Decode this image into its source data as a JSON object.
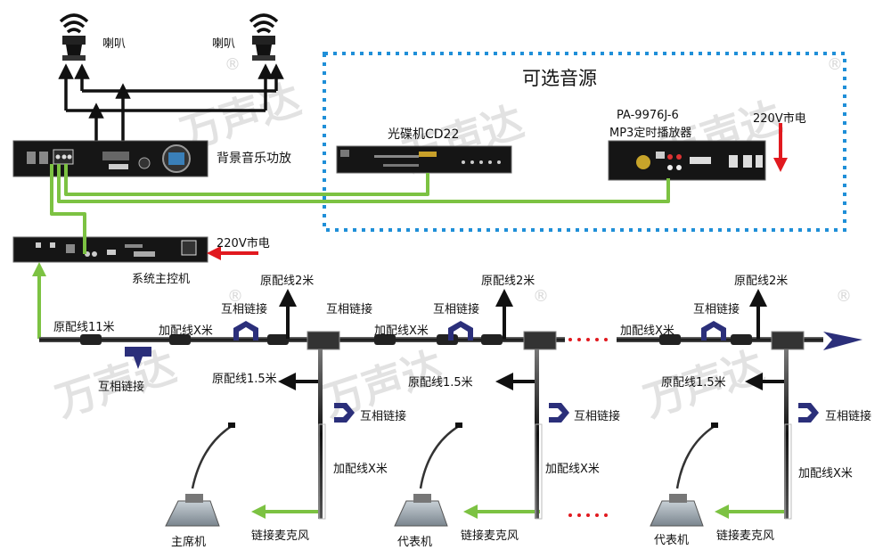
{
  "optional_box": {
    "title": "可选音源"
  },
  "speakers": {
    "left_label": "喇叭",
    "right_label": "喇叭"
  },
  "amplifier": {
    "label": "背景音乐功放"
  },
  "cd_player": {
    "label": "光碟机CD22"
  },
  "mp3_player": {
    "model": "PA-9976J-6",
    "label": "MP3定时播放器"
  },
  "mains": {
    "upper": "220V市电",
    "lower": "220V市电"
  },
  "main_controller": {
    "label": "系统主控机"
  },
  "cables": {
    "orig_11m": "原配线11米",
    "orig_2m": "原配线2米",
    "orig_1_5m": "原配线1.5米",
    "ext_xm": "加配线X米"
  },
  "links": {
    "interlink": "互相链接",
    "link_mic": "链接麦克风"
  },
  "units": {
    "chairman": "主席机",
    "delegate": "代表机"
  },
  "watermark": {
    "text": "万声达",
    "registered": "®"
  },
  "colors": {
    "green": "#7cc242",
    "red": "#e1191f",
    "navy": "#2b2f7a",
    "dotted_box": "#1f8fd8",
    "black": "#111111"
  }
}
